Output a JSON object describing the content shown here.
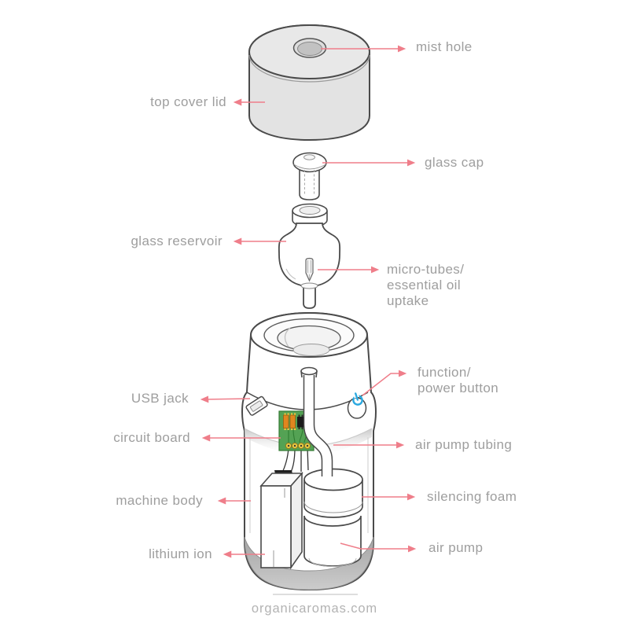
{
  "diagram": {
    "subject": "aromatherapy diffuser exploded view",
    "watermark": "organicaromas.com",
    "colors": {
      "label_text": "#9e9e9e",
      "arrow": "#ef7e8a",
      "outline": "#4a4a4a",
      "lid_fill": "#e3e3e3",
      "pcb_green": "#54a254",
      "component_orange": "#e0861f",
      "pad_gold": "#e8cb43",
      "power_blue": "#2ba9e0",
      "body_shading": "#bdbdbd"
    },
    "labels": {
      "mist_hole": {
        "text": "mist hole"
      },
      "top_cover_lid": {
        "text": "top cover lid"
      },
      "glass_cap": {
        "text": "glass cap"
      },
      "glass_reservoir": {
        "text": "glass reservoir"
      },
      "micro_tubes": {
        "line1": "micro-tubes/",
        "line2": "essential oil",
        "line3": "uptake"
      },
      "function_power_button": {
        "line1": "function/",
        "line2": "power button"
      },
      "usb_jack": {
        "text": "USB jack"
      },
      "circuit_board": {
        "text": "circuit board"
      },
      "air_pump_tubing": {
        "text": "air pump tubing"
      },
      "machine_body": {
        "text": "machine body"
      },
      "silencing_foam": {
        "text": "silencing foam"
      },
      "lithium_ion": {
        "text": "lithium ion"
      },
      "air_pump": {
        "text": "air pump"
      }
    }
  }
}
